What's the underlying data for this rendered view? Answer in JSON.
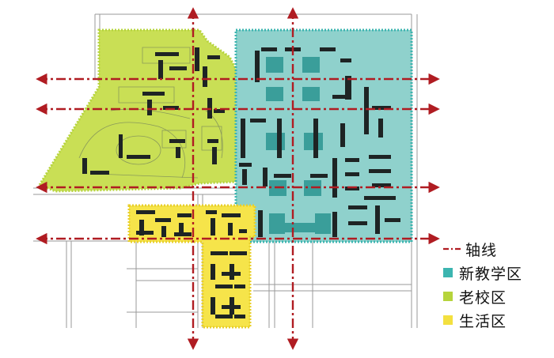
{
  "legend": {
    "axis": {
      "label": "轴线",
      "color": "#b01c22"
    },
    "new_teaching": {
      "label": "新教学区",
      "color": "#3cb5b0"
    },
    "old_campus": {
      "label": "老校区",
      "color": "#b6d43c"
    },
    "living": {
      "label": "生活区",
      "color": "#f3e03f"
    }
  },
  "colors": {
    "building_dark": "#1e2424",
    "building_teal": "#3a9e9a",
    "road_line": "#9a9a9a",
    "zone_new_fill": "#8fd1cc",
    "zone_old_fill": "#c9df55",
    "zone_living_fill": "#f6e44a"
  },
  "icons": [
    "arrow-left-icon",
    "arrow-right-icon",
    "arrow-up-icon",
    "arrow-down-icon"
  ]
}
